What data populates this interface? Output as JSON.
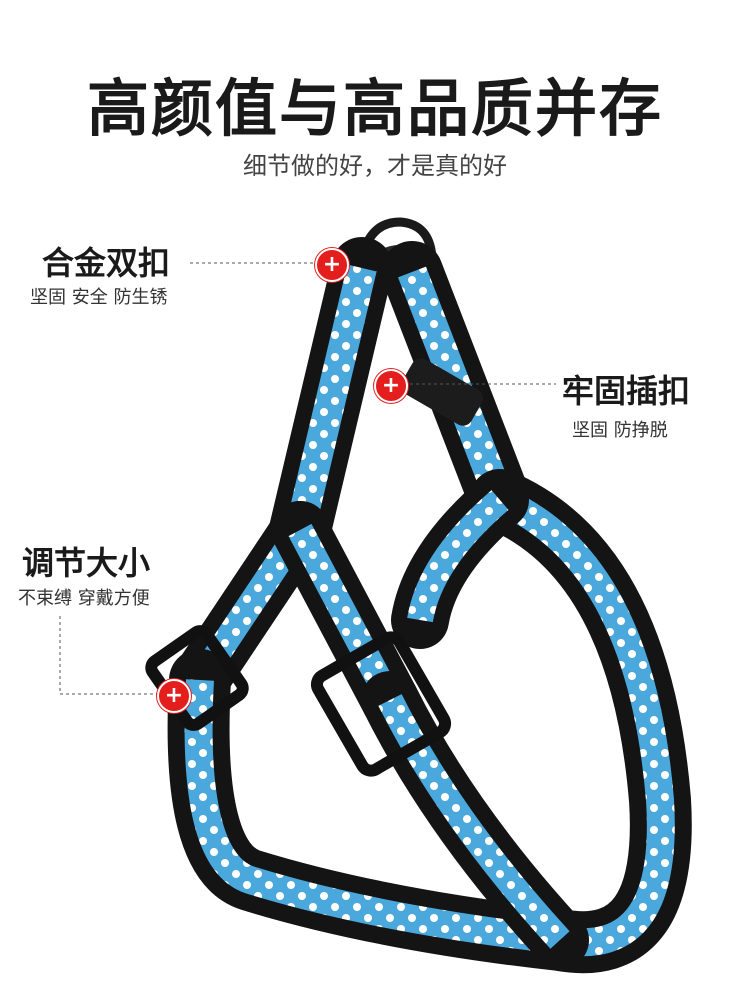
{
  "headline": "高颜值与高品质并存",
  "subheadline": "细节做的好，才是真的好",
  "callouts": [
    {
      "title": "合金双扣",
      "subtitle": "坚固 安全 防生锈"
    },
    {
      "title": "牢固插扣",
      "subtitle": "坚固 防挣脱"
    },
    {
      "title": "调节大小",
      "subtitle": "不束缚 穿戴方便"
    }
  ],
  "marker_symbol": "+",
  "colors": {
    "strap_black": "#141414",
    "strap_blue": "#4aa8dc",
    "dot_white": "#ffffff",
    "marker_red": "#e41d1d"
  }
}
